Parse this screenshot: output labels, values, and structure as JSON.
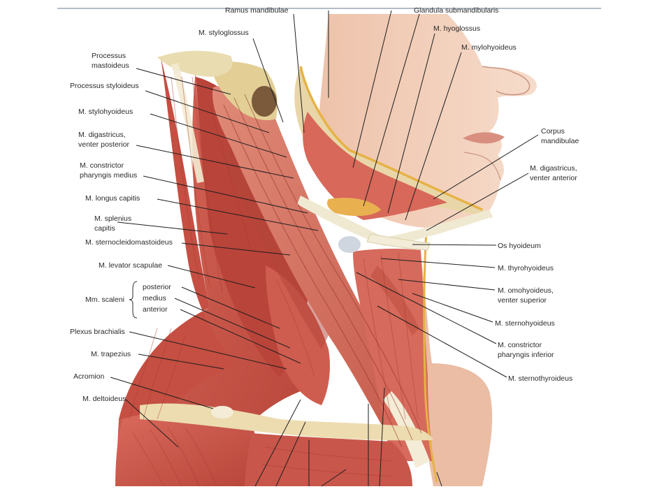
{
  "labels": {
    "ramus_mandibulae": "Ramus mandibulae",
    "glandula_submandibularis": "Glandula submandibularis",
    "styloglossus": "M. styloglossus",
    "hyoglossus": "M. hyoglossus",
    "mylohyoideus": "M. mylohyoideus",
    "processus_mastoideus": [
      "Processus",
      "mastoideus"
    ],
    "processus_styloideus": "Processus styloideus",
    "stylohyoideus": "M. stylohyoideus",
    "digastricus_posterior": [
      "M. digastricus,",
      "venter posterior"
    ],
    "constrictor_medius": [
      "M. constrictor",
      "pharyngis medius"
    ],
    "longus_capitis": "M. longus capitis",
    "splenius_capitis": [
      "M. splenius",
      "capitis"
    ],
    "sternocleidomastoideus": "M. sternocleidomastoideus",
    "levator_scapulae": "M. levator scapulae",
    "scaleni_group": "Mm. scaleni",
    "scalenus_posterior": "posterior",
    "scalenus_medius": "medius",
    "scalenus_anterior": "anterior",
    "plexus_brachialis": "Plexus brachialis",
    "trapezius": "M. trapezius",
    "acromion": "Acromion",
    "deltoideus": "M. deltoideus",
    "corpus_mandibulae": [
      "Corpus",
      "mandibulae"
    ],
    "digastricus_anterior": [
      "M. digastricus,",
      "venter anterior"
    ],
    "os_hyoideum": "Os hyoideum",
    "thyrohyoideus": "M. thyrohyoideus",
    "omohyoideus": [
      "M. omohyoideus,",
      "venter superior"
    ],
    "sternohyoideus": "M. sternohyoideus",
    "constrictor_inferior": [
      "M. constrictor",
      "pharyngis inferior"
    ],
    "sternothyroideus": "M. sternothyroideus"
  },
  "colors": {
    "muscle": "#c9544a",
    "muscle_dark": "#a63a2c",
    "muscle_light": "#dd7a6b",
    "skin": "#f2cdb8",
    "tendon": "#efe6c8",
    "bone": "#ead9a8",
    "fat": "#e8b94a",
    "leader": "#1e1e1e"
  }
}
